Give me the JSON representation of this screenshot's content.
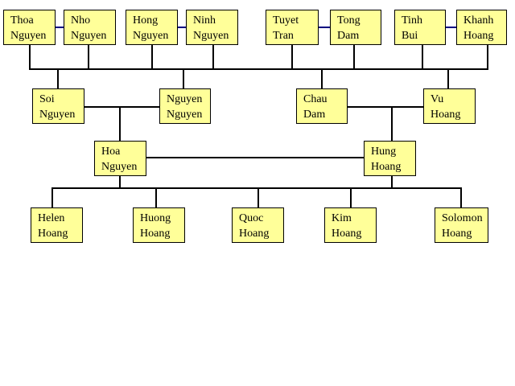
{
  "diagram_type": "family-tree",
  "colors": {
    "background": "#ffffff",
    "box_fill": "#ffff99",
    "box_border": "#000000",
    "text": "#000000",
    "descent_line": "#000000",
    "spouse_connector": "#000080"
  },
  "people": {
    "thoa": {
      "first": "Thoa",
      "last": "Nguyen"
    },
    "nho": {
      "first": "Nho",
      "last": "Nguyen"
    },
    "hong": {
      "first": "Hong",
      "last": "Nguyen"
    },
    "ninh": {
      "first": "Ninh",
      "last": "Nguyen"
    },
    "tuyet": {
      "first": "Tuyet",
      "last": "Tran"
    },
    "tong": {
      "first": "Tong",
      "last": "Dam"
    },
    "tinh": {
      "first": "Tinh",
      "last": "Bui"
    },
    "khanh": {
      "first": "Khanh",
      "last": "Hoang"
    },
    "soi": {
      "first": "Soi",
      "last": "Nguyen"
    },
    "nguyen": {
      "first": "Nguyen",
      "last": "Nguyen"
    },
    "chau": {
      "first": "Chau",
      "last": "Dam"
    },
    "vu": {
      "first": "Vu",
      "last": "Hoang"
    },
    "hoa": {
      "first": "Hoa",
      "last": "Nguyen"
    },
    "hung": {
      "first": "Hung",
      "last": "Hoang"
    },
    "helen": {
      "first": "Helen",
      "last": "Hoang"
    },
    "huong": {
      "first": "Huong",
      "last": "Hoang"
    },
    "quoc": {
      "first": "Quoc",
      "last": "Hoang"
    },
    "kim": {
      "first": "Kim",
      "last": "Hoang"
    },
    "solomon": {
      "first": "Solomon",
      "last": "Hoang"
    }
  },
  "generations": [
    [
      "Thoa Nguyen",
      "Nho Nguyen",
      "Hong Nguyen",
      "Ninh Nguyen",
      "Tuyet Tran",
      "Tong Dam",
      "Tinh Bui",
      "Khanh Hoang"
    ],
    [
      "Soi Nguyen",
      "Nguyen Nguyen",
      "Chau Dam",
      "Vu Hoang"
    ],
    [
      "Hoa Nguyen",
      "Hung Hoang"
    ],
    [
      "Helen Hoang",
      "Huong Hoang",
      "Quoc Hoang",
      "Kim Hoang",
      "Solomon Hoang"
    ]
  ],
  "families": [
    {
      "parents": [
        "Thoa Nguyen",
        "Nho Nguyen"
      ],
      "children": [
        "Soi Nguyen"
      ]
    },
    {
      "parents": [
        "Hong Nguyen",
        "Ninh Nguyen"
      ],
      "children": [
        "Nguyen Nguyen"
      ]
    },
    {
      "parents": [
        "Tuyet Tran",
        "Tong Dam"
      ],
      "children": [
        "Chau Dam"
      ]
    },
    {
      "parents": [
        "Tinh Bui",
        "Khanh Hoang"
      ],
      "children": [
        "Vu Hoang"
      ]
    },
    {
      "parents": [
        "Soi Nguyen",
        "Nguyen Nguyen"
      ],
      "children": [
        "Hoa Nguyen"
      ]
    },
    {
      "parents": [
        "Chau Dam",
        "Vu Hoang"
      ],
      "children": [
        "Hung Hoang"
      ]
    },
    {
      "parents": [
        "Hoa Nguyen",
        "Hung Hoang"
      ],
      "children": [
        "Helen Hoang",
        "Huong Hoang",
        "Quoc Hoang",
        "Kim Hoang",
        "Solomon Hoang"
      ]
    }
  ]
}
